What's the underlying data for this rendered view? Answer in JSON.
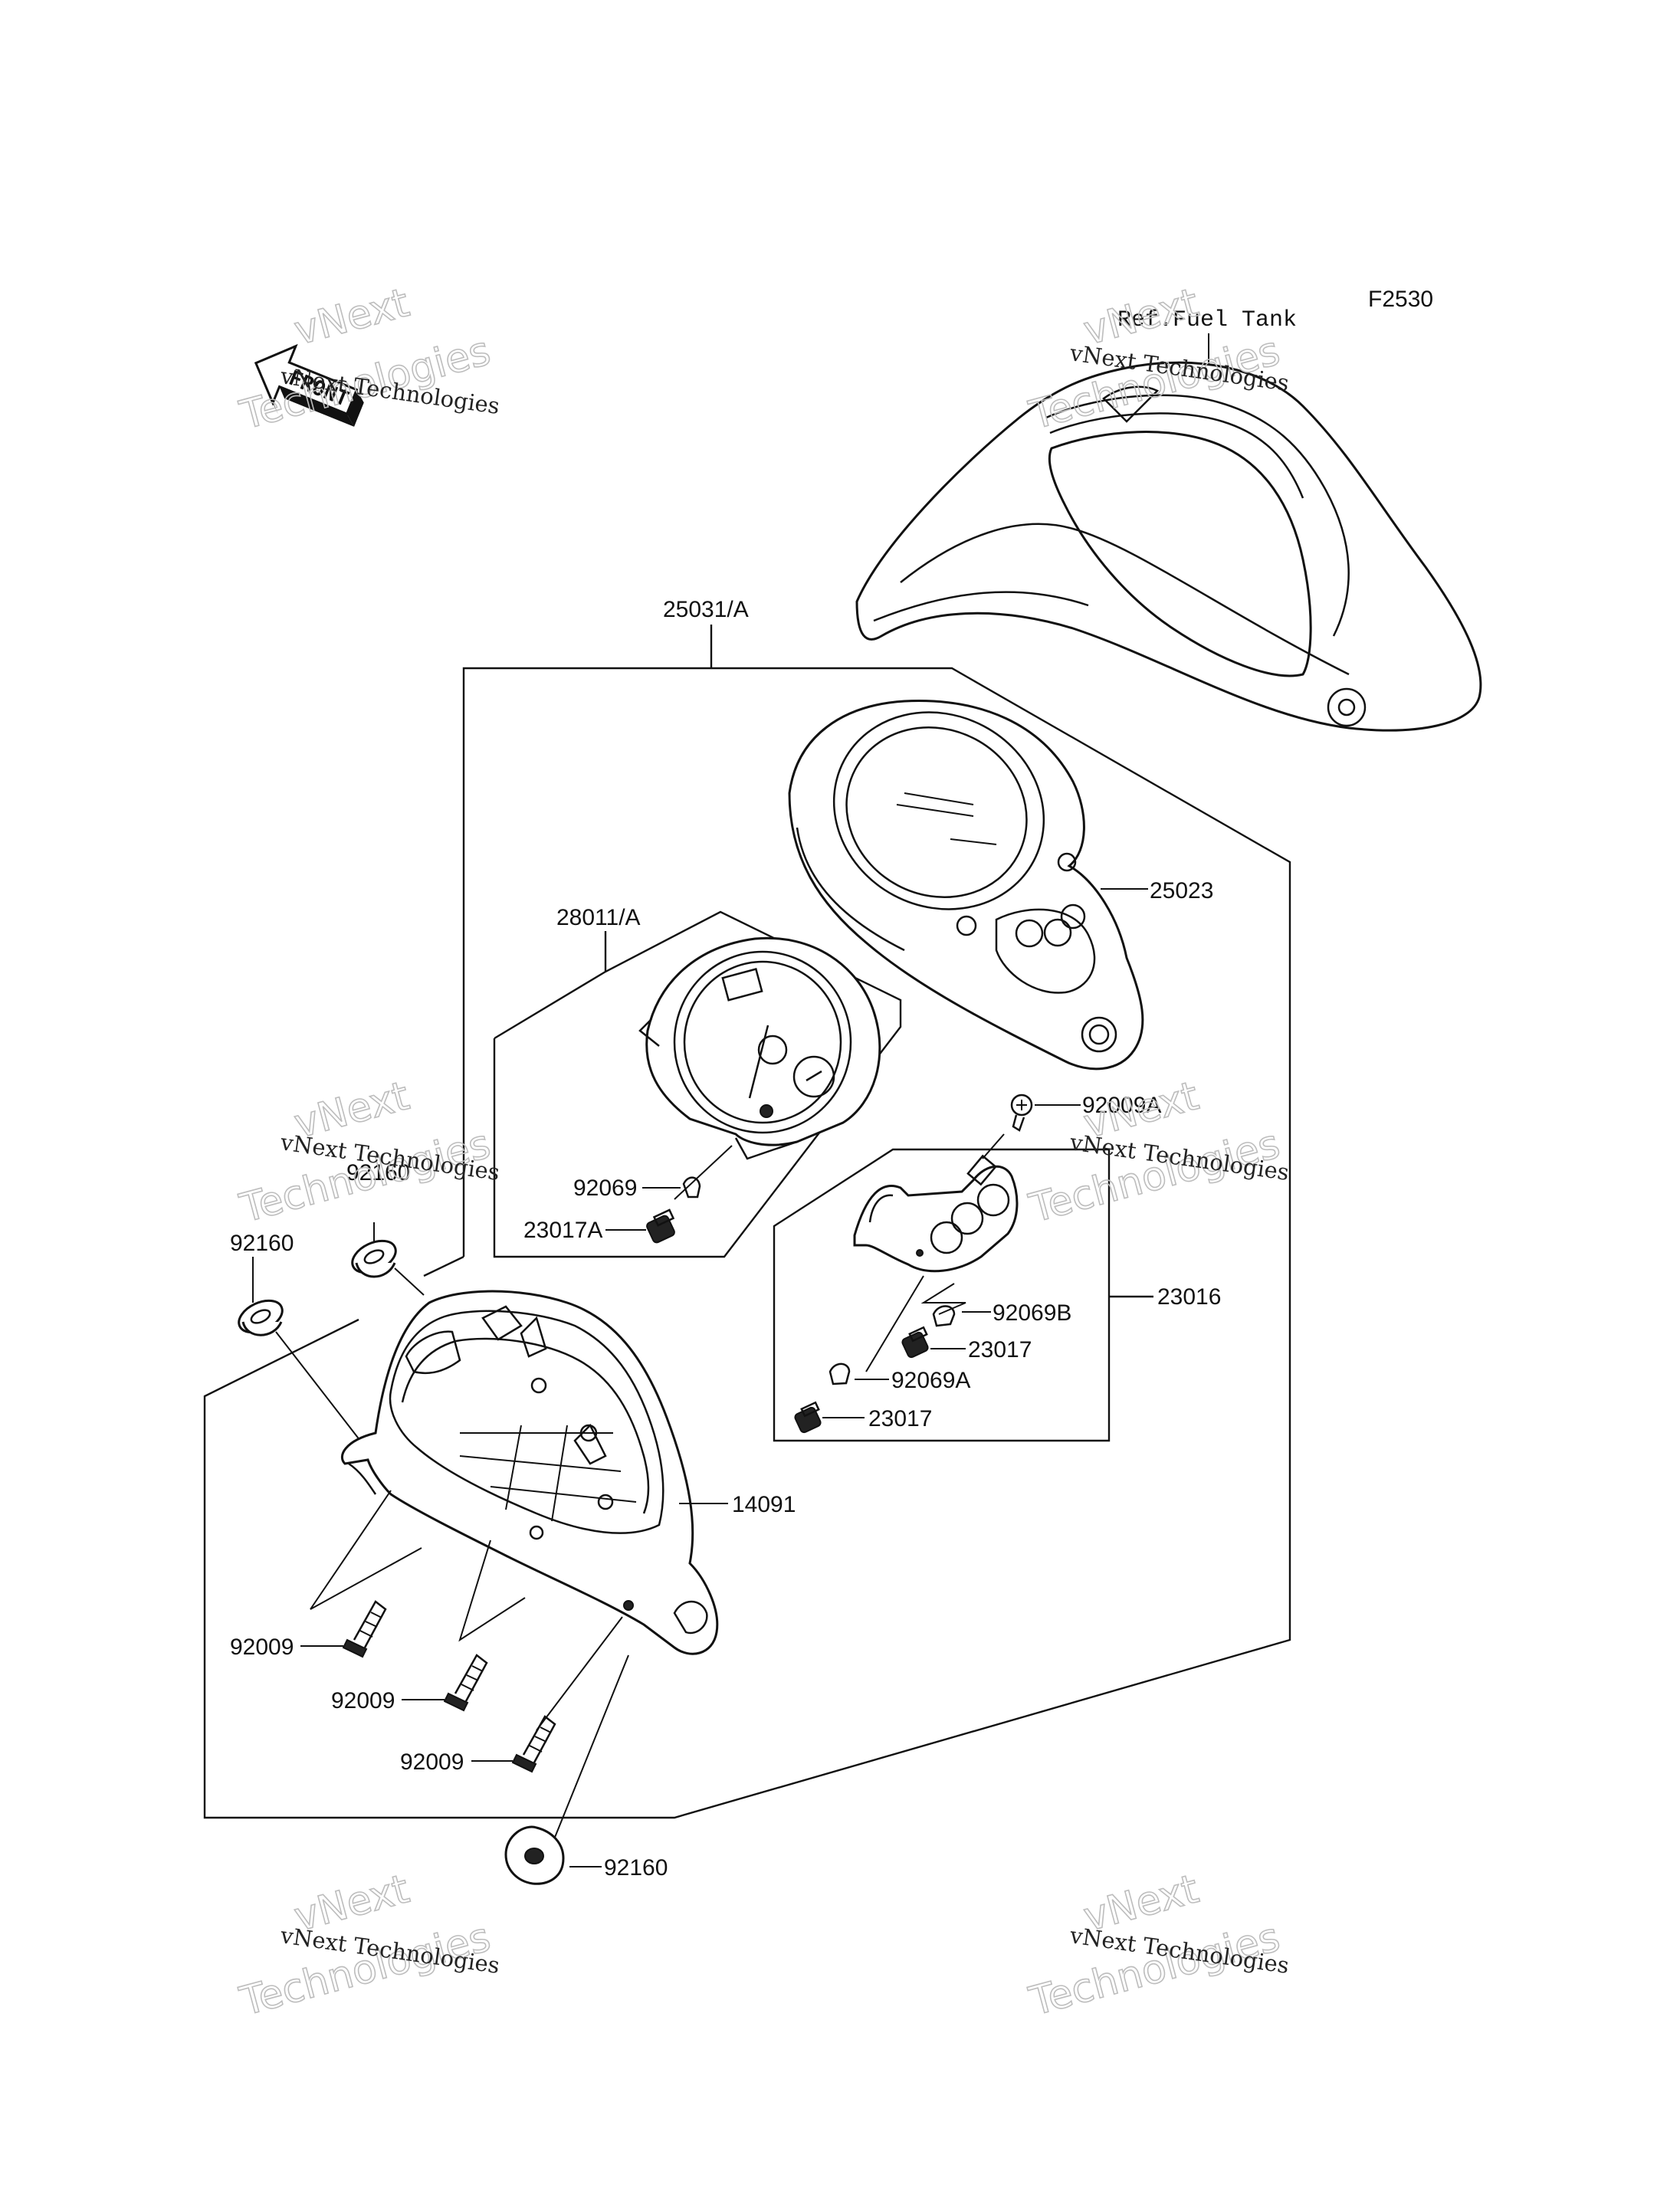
{
  "figure_code": "F2530",
  "reference_note": "Ref.Fuel Tank",
  "front_marker": "FRONT",
  "watermark": {
    "line1": "vNext Technologies",
    "big_top": "vNext",
    "big_bottom": "Technologies"
  },
  "part_labels": {
    "p25031A": "25031/A",
    "p25023": "25023",
    "p28011A": "28011/A",
    "p92069": "92069",
    "p23017A": "23017A",
    "p92009A": "92009A",
    "p23016": "23016",
    "p92069B": "92069B",
    "p23017_upper": "23017",
    "p92069A": "92069A",
    "p23017_lower": "23017",
    "p92160_upper": "92160",
    "p92160_left": "92160",
    "p14091": "14091",
    "p92009_1": "92009",
    "p92009_2": "92009",
    "p92009_3": "92009",
    "p92160_bottom": "92160"
  }
}
